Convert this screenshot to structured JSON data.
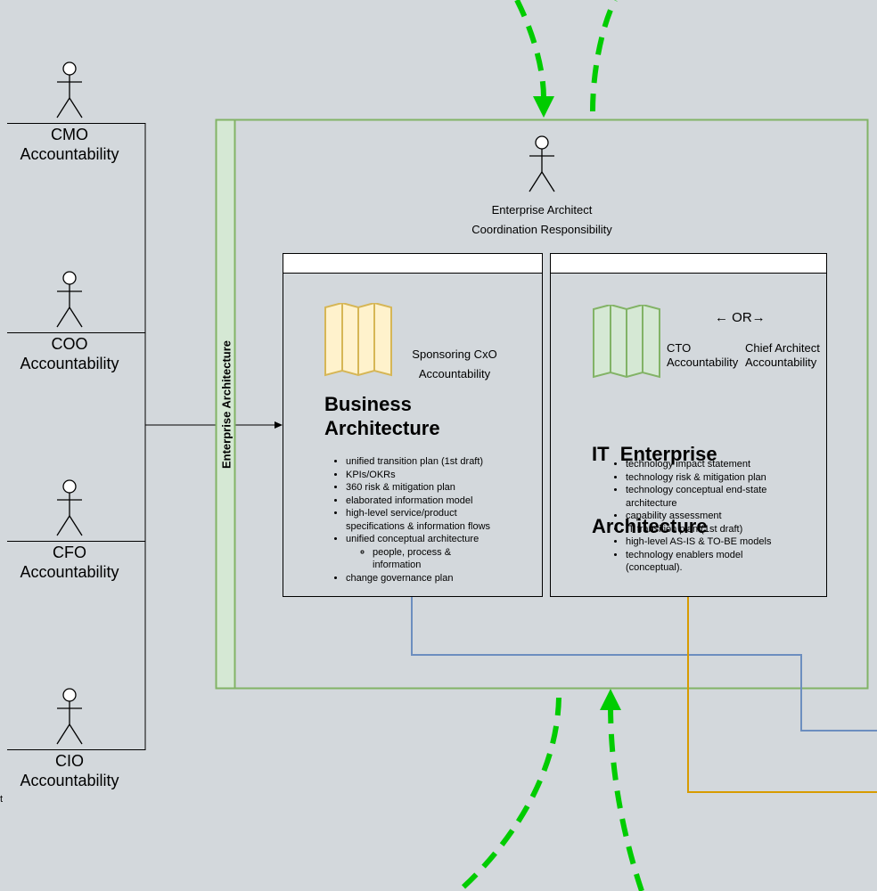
{
  "actors": [
    {
      "id": "cmo",
      "role": "CMO",
      "accountability": "Accountability"
    },
    {
      "id": "coo",
      "role": "COO",
      "accountability": "Accountability"
    },
    {
      "id": "cfo",
      "role": "CFO",
      "accountability": "Accountability"
    },
    {
      "id": "cio",
      "role": "CIO",
      "accountability": "Accountability"
    }
  ],
  "container": {
    "swimlane_label": "Enterprise Architecture",
    "architect": {
      "line1": "Enterprise Architect",
      "line2": "Coordination Responsibility"
    }
  },
  "business_panel": {
    "title_line1": "Business",
    "title_line2": "Architecture",
    "sponsor": {
      "line1": "Sponsoring CxO",
      "line2": "Accountability"
    },
    "items": [
      "unified transition plan (1st draft)",
      "KPIs/OKRs",
      "360 risk & mitigation plan",
      "elaborated information model",
      "high-level service/product specifications & information flows",
      "unified conceptual architecture",
      "change governance plan"
    ],
    "subitem": "people, process & information"
  },
  "it_panel": {
    "title_line1": "IT  Enterprise",
    "title_line2": "Architecture",
    "cto": {
      "line1": "CTO",
      "line2": "Accountability"
    },
    "or_label": "← OR→",
    "chief": {
      "line1": "Chief Architect",
      "line2": "Accountability"
    },
    "items": [
      "technology impact statement",
      "technology risk & mitigation plan",
      "technology conceptual end-state architecture",
      "capability assessment",
      "IT transition plan (1st draft)",
      "high-level AS-IS & TO-BE models",
      "technology enablers model (conceptual)."
    ]
  },
  "edge_fragment": "t",
  "colors": {
    "background": "#d3d8dc",
    "container_border": "#82b366",
    "swimlane_fill": "#d5e8d4",
    "dashed_arrow": "#00cc00",
    "blue_line": "#6c8ebf",
    "orange_line": "#d79b00",
    "map_yellow_fill": "#fff2cc",
    "map_yellow_stroke": "#d6b656",
    "map_green_fill": "#d5e8d4",
    "map_green_stroke": "#82b366"
  },
  "icons": [
    "stick-figure-icon",
    "folded-map-icon"
  ]
}
